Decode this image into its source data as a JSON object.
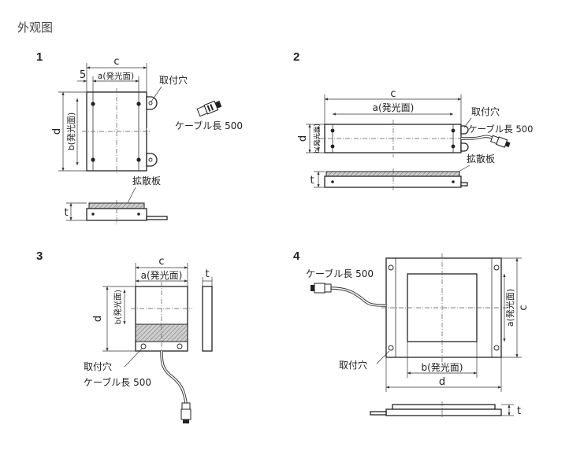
{
  "heading": "外观图",
  "figures": [
    {
      "number": "1",
      "labels": {
        "c": "c",
        "five": "5",
        "a": "a(発光面)",
        "mount": "取付穴",
        "cable": "ケーブル長 500",
        "d": "d",
        "b": "b(発光面)",
        "diffuser": "拡散板",
        "t": "t"
      }
    },
    {
      "number": "2",
      "labels": {
        "c": "c",
        "a": "a(発光面)",
        "mount": "取付穴",
        "cable": "ケーブル長 500",
        "d": "d",
        "b": "b(発光面)",
        "diffuser": "拡散板",
        "t": "t"
      }
    },
    {
      "number": "3",
      "labels": {
        "c": "c",
        "a": "a(発光面)",
        "t": "t",
        "d": "d",
        "b": "b(発光面)",
        "mount": "取付穴",
        "cable": "ケーブル長 500"
      }
    },
    {
      "number": "4",
      "labels": {
        "cable": "ケーブル長 500",
        "c": "c",
        "a": "a(発光面)",
        "mount": "取付穴",
        "b": "b(発光面)",
        "d": "d",
        "t": "t"
      }
    }
  ]
}
